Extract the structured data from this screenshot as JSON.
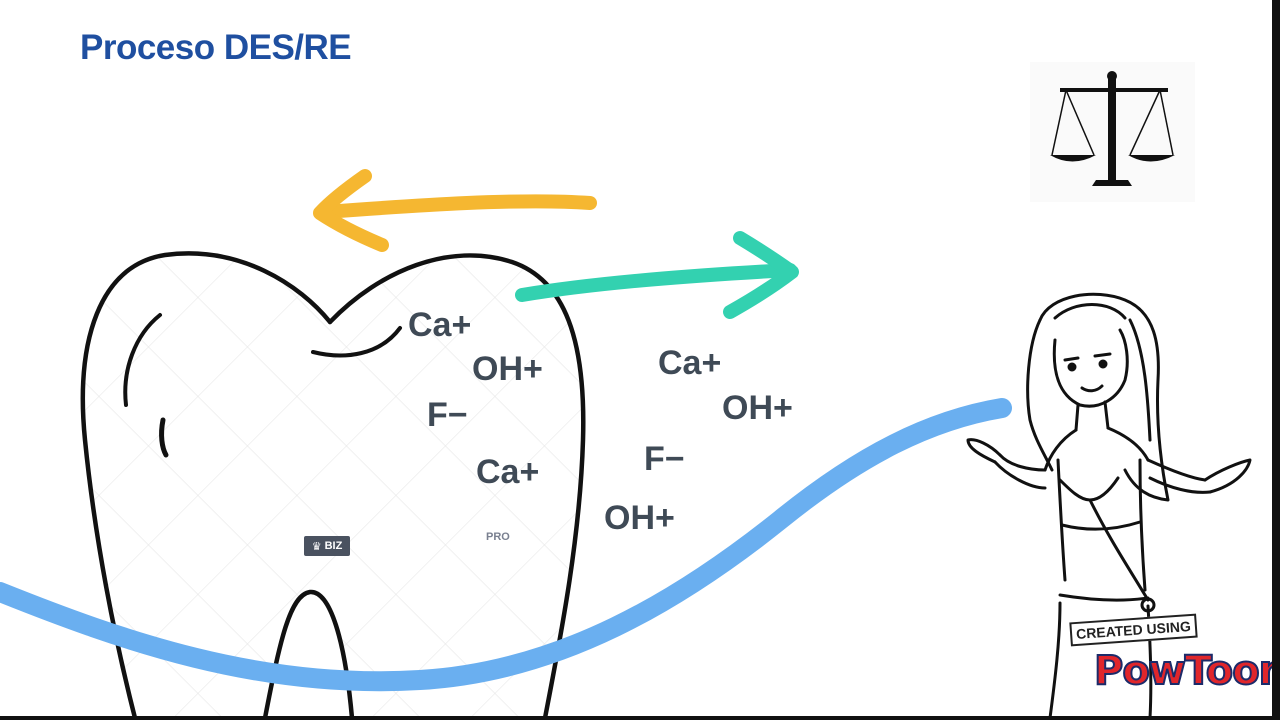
{
  "slide": {
    "title": "Proceso DES/RE"
  },
  "ions_in_tooth": [
    {
      "label": "Ca+"
    },
    {
      "label": "OH+"
    },
    {
      "label": "F−"
    },
    {
      "label": "Ca+"
    }
  ],
  "ions_outside": [
    {
      "label": "Ca+"
    },
    {
      "label": "OH+"
    },
    {
      "label": "F−"
    },
    {
      "label": "OH+"
    }
  ],
  "badges": {
    "biz": "BIZ",
    "pro": "PRO"
  },
  "watermark": {
    "top": "CREATED USING",
    "main": "PowToon"
  },
  "colors": {
    "title": "#1f4fa0",
    "ion_text": "#3f4a56",
    "arrow_left": "#f5b731",
    "arrow_right": "#33d1b0",
    "wave": "#6aaff0",
    "outline": "#111111"
  },
  "icons": [
    "balance-scale-icon",
    "tooth-illustration",
    "woman-illustration",
    "left-arrow-icon",
    "right-arrow-icon"
  ]
}
